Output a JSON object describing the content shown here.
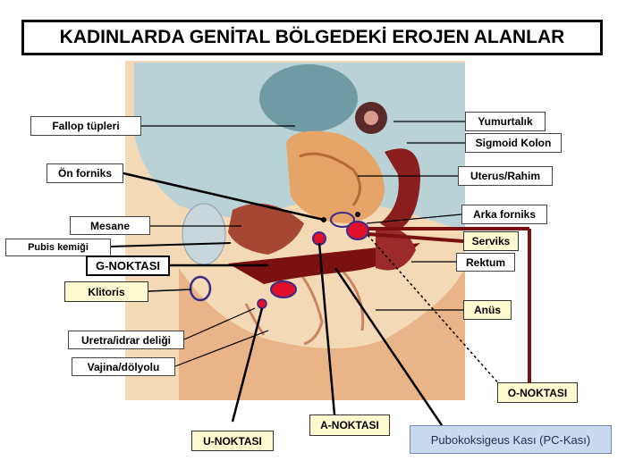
{
  "title": "KADINLARDA GENİTAL BÖLGEDEKİ EROJEN ALANLAR",
  "labels": {
    "fallop": "Fallop tüpleri",
    "on_forniks": "Ön forniks",
    "mesane": "Mesane",
    "pubis": "Pubis kemiği",
    "g_noktasi": "G-NOKTASI",
    "klitoris": "Klitoris",
    "uretra": "Uretra/idrar deliği",
    "vajina": "Vajina/dölyolu",
    "u_noktasi": "U-NOKTASI",
    "a_noktasi": "A-NOKTASI",
    "pc_kasi": "Pubokoksigeus Kası (PC-Kası)",
    "yumurtalik": "Yumurtalık",
    "sigmoid": "Sigmoid Kolon",
    "uterus": "Uterus/Rahim",
    "arka_forniks": "Arka forniks",
    "serviks": "Serviks",
    "rektum": "Rektum",
    "anus": "Anüs",
    "o_noktasi": "O-NOKTASI"
  },
  "colors": {
    "skin": "#f0c898",
    "background_tissue": "#b9d2d6",
    "muscle": "#c0483a",
    "vaginal_canal": "#7a1010",
    "highlight_spot": "#e0102a",
    "outline": "#3a2a8a",
    "callout_fill": "#fffbd0",
    "pc_callout_fill": "#c9d9f0"
  }
}
